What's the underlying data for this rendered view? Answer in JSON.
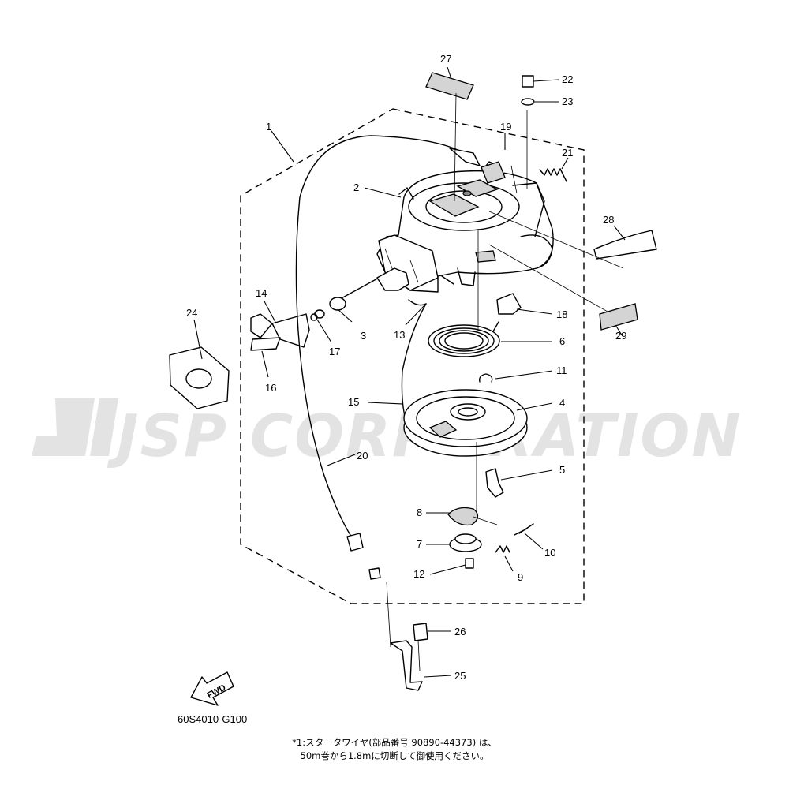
{
  "watermark": {
    "text": "JSP CORPORATION",
    "color": "#e3e3e3"
  },
  "callouts": [
    {
      "id": "c1",
      "label": "1"
    },
    {
      "id": "c2",
      "label": "2"
    },
    {
      "id": "c3",
      "label": "3"
    },
    {
      "id": "c4",
      "label": "4"
    },
    {
      "id": "c5",
      "label": "5"
    },
    {
      "id": "c6",
      "label": "6"
    },
    {
      "id": "c7",
      "label": "7"
    },
    {
      "id": "c8",
      "label": "8"
    },
    {
      "id": "c9",
      "label": "9"
    },
    {
      "id": "c10",
      "label": "10"
    },
    {
      "id": "c11",
      "label": "11"
    },
    {
      "id": "c12",
      "label": "12"
    },
    {
      "id": "c13",
      "label": "13"
    },
    {
      "id": "c14",
      "label": "14"
    },
    {
      "id": "c15",
      "label": "15"
    },
    {
      "id": "c16",
      "label": "16"
    },
    {
      "id": "c17",
      "label": "17"
    },
    {
      "id": "c18",
      "label": "18"
    },
    {
      "id": "c19",
      "label": "19"
    },
    {
      "id": "c20",
      "label": "20"
    },
    {
      "id": "c21",
      "label": "21"
    },
    {
      "id": "c22",
      "label": "22"
    },
    {
      "id": "c23",
      "label": "23"
    },
    {
      "id": "c24",
      "label": "24"
    },
    {
      "id": "c25",
      "label": "25"
    },
    {
      "id": "c26",
      "label": "26"
    },
    {
      "id": "c27",
      "label": "27"
    },
    {
      "id": "c28",
      "label": "28"
    },
    {
      "id": "c29",
      "label": "29"
    }
  ],
  "fwd_label": "FWD",
  "diagram_code": "60S4010-G100",
  "note": {
    "line1": "*1:スタータワイヤ(部品番号 90890-44373) は、",
    "line2": "50m巻から1.8mに切断して御使用ください。"
  }
}
